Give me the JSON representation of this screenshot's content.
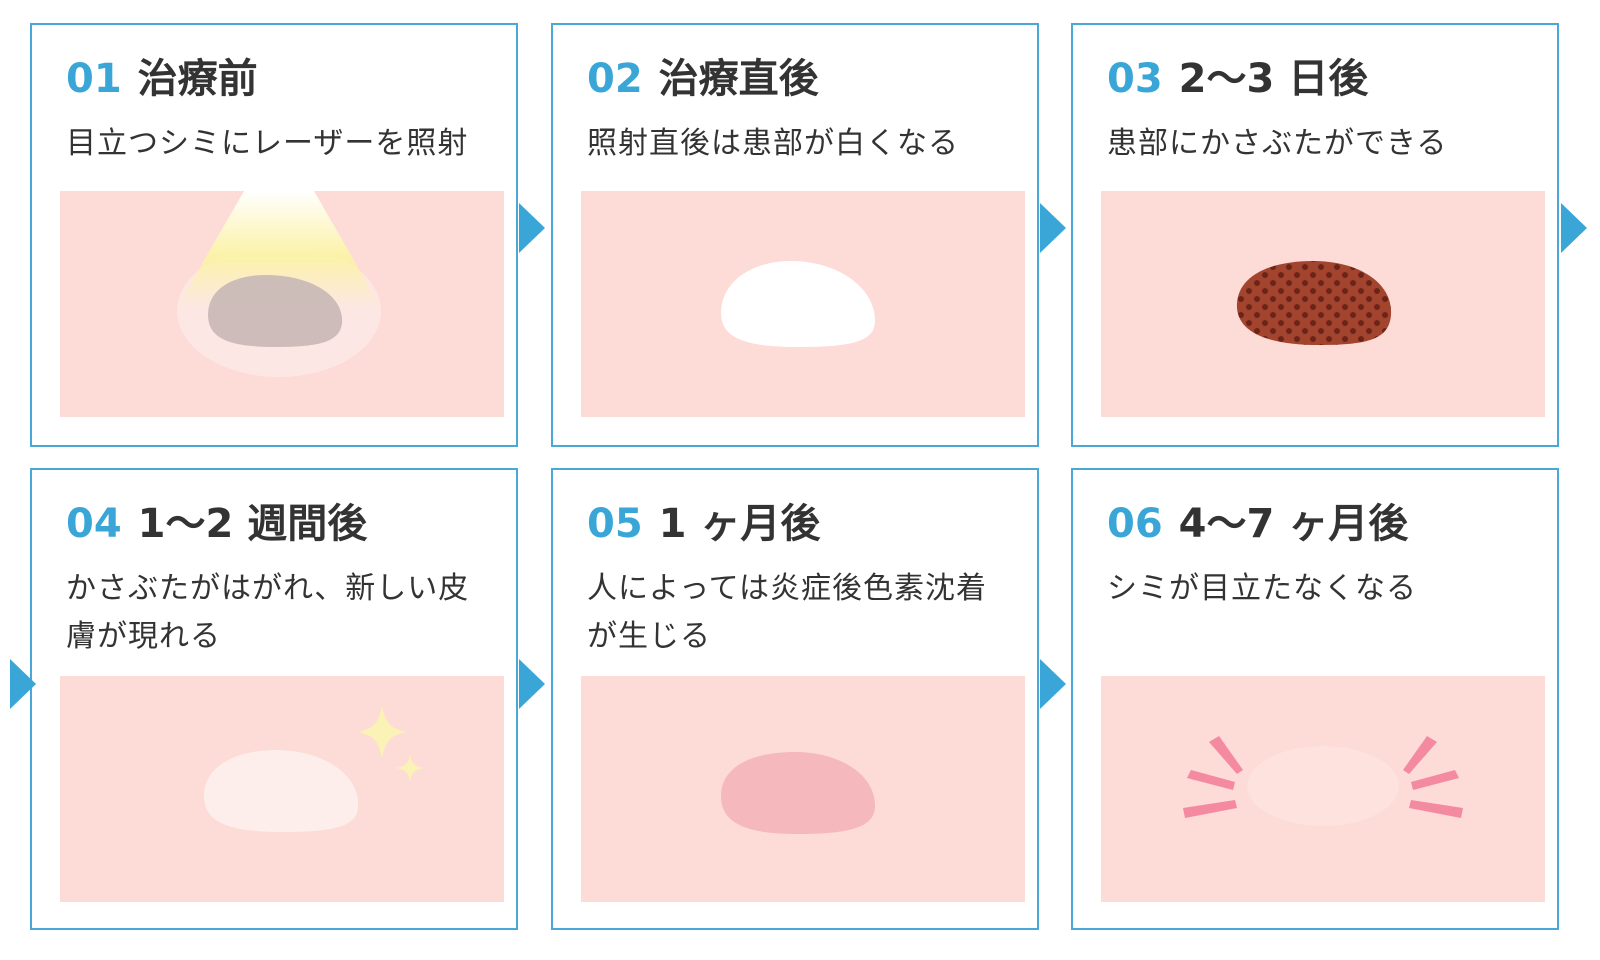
{
  "colors": {
    "accent": "#3aa6d8",
    "frame": "#4aa8d8",
    "skin": "#fddbd6",
    "text": "#333333"
  },
  "steps": [
    {
      "num": "01",
      "title": "治療前",
      "desc": "目立つシミにレーザーを照射",
      "illustration": "laser-on-spot"
    },
    {
      "num": "02",
      "title": "治療直後",
      "desc": "照射直後は患部が白くなる",
      "illustration": "white-spot"
    },
    {
      "num": "03",
      "title": "2〜3 日後",
      "desc": "患部にかさぶたができる",
      "illustration": "scab"
    },
    {
      "num": "04",
      "title": "1〜2 週間後",
      "desc": "かさぶたがはがれ、新しい皮膚が現れる",
      "illustration": "new-skin-sparkle"
    },
    {
      "num": "05",
      "title": "1 ヶ月後",
      "desc": "人によっては炎症後色素沈着が生じる",
      "illustration": "pigmentation"
    },
    {
      "num": "06",
      "title": "4〜7 ヶ月後",
      "desc": "シミが目立たなくなる",
      "illustration": "faded-spot"
    }
  ]
}
